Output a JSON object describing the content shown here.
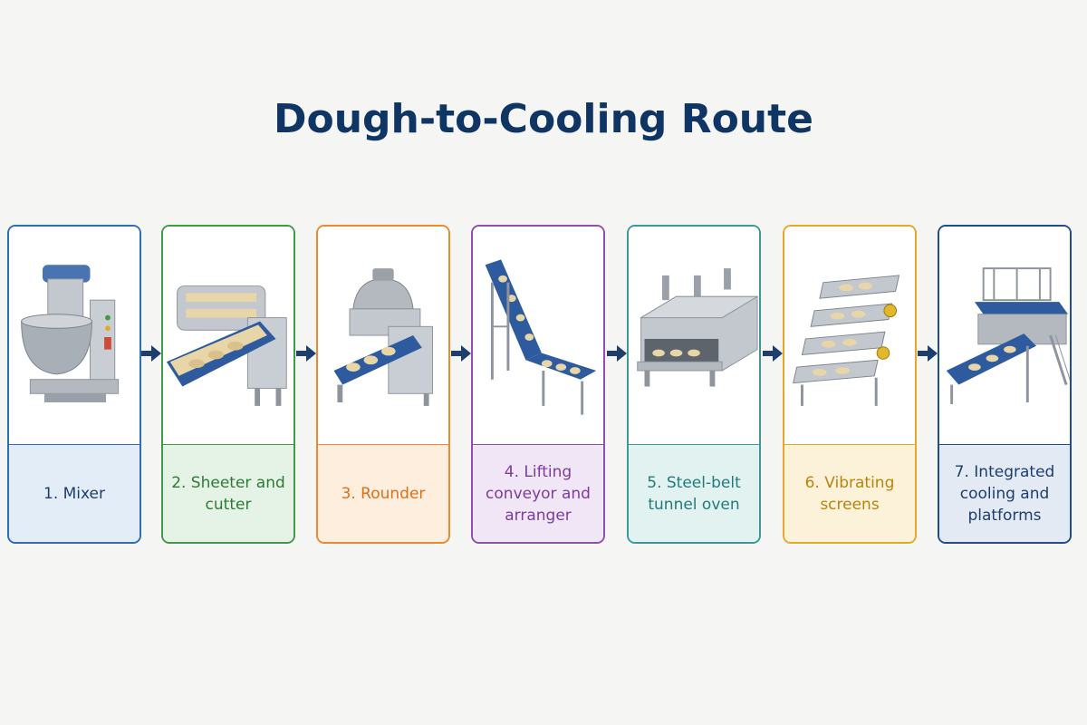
{
  "title": "Dough-to-Cooling Route",
  "steps": [
    {
      "label": "1. Mixer",
      "border": "#2f6db5",
      "fill": "#e3edf8",
      "text": "#1c3d6e"
    },
    {
      "label": "2. Sheeter and cutter",
      "border": "#3f9b4a",
      "fill": "#e5f3e6",
      "text": "#2d7a36"
    },
    {
      "label": "3. Rounder",
      "border": "#ec8a2f",
      "fill": "#fdeedd",
      "text": "#d9701a"
    },
    {
      "label": "4. Lifting conveyor and arranger",
      "border": "#8d4fb0",
      "fill": "#f0e6f6",
      "text": "#7a3d9e"
    },
    {
      "label": "5. Steel-belt tunnel oven",
      "border": "#3a9a9a",
      "fill": "#e2f2f1",
      "text": "#237a7a"
    },
    {
      "label": "6. Vibrating screens",
      "border": "#e2a92a",
      "fill": "#fcf2da",
      "text": "#b7850f"
    },
    {
      "label": "7. Integrated cooling and platforms",
      "border": "#234c8e",
      "fill": "#e4eaf4",
      "text": "#1c3d6e"
    }
  ],
  "colors": {
    "title": "#0f3565",
    "arrow": "#1e3f6e",
    "steel": "#b9bec4",
    "belt": "#2e5b9e",
    "dough": "#e8d5a8"
  },
  "icons": [
    "mixer-icon",
    "sheeter-icon",
    "rounder-icon",
    "conveyor-icon",
    "oven-icon",
    "vibrating-screen-icon",
    "cooling-platform-icon"
  ]
}
